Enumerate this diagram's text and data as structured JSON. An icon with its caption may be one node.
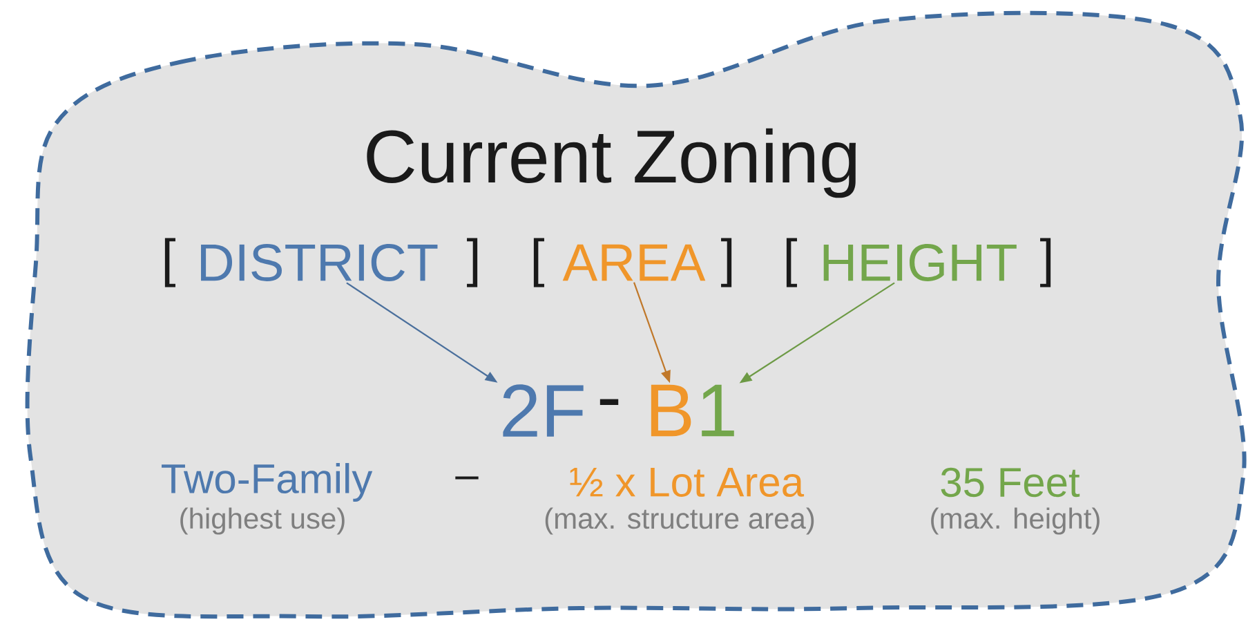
{
  "diagram": {
    "title": "Current Zoning",
    "nodes": [
      {
        "text": [
          "DISTRICT"
        ]
      },
      {
        "text": [
          "AREA"
        ]
      },
      {
        "text": [
          "HEIGHT"
        ]
      },
      {
        "text": [
          "2F"
        ]
      },
      {
        "text": [
          "B"
        ]
      },
      {
        "text": [
          "1"
        ]
      }
    ],
    "edges": [
      {
        "from": 0,
        "to": 3,
        "arrow": "to",
        "color": "#4a6f9c"
      },
      {
        "from": 1,
        "to": 4,
        "arrow": "to",
        "color": "#c0782a"
      },
      {
        "from": 2,
        "to": 5,
        "arrow": "to",
        "color": "#6d9a45"
      }
    ],
    "labels": [
      "[",
      "]",
      "[",
      "]",
      "[",
      "]",
      "-",
      "Two-Family",
      "–",
      "½ x Lot Area",
      "35 Feet",
      "(highest use)",
      "(max. structure area)",
      "(max. height)"
    ]
  }
}
